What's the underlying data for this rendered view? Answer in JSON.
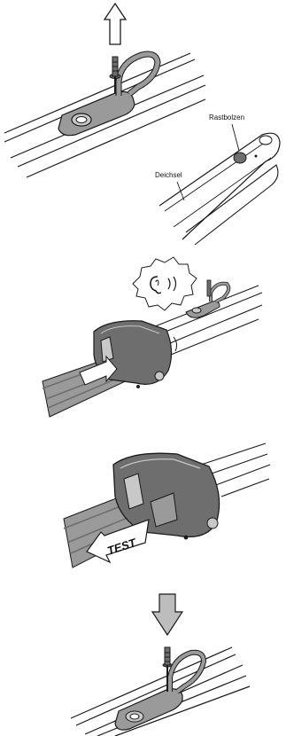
{
  "labels": {
    "rastbolzen": "Rastbolzen",
    "deichsel": "Deichsel",
    "test": "TEST"
  },
  "colors": {
    "outline": "#1a1a1a",
    "light_gray": "#c8c8c8",
    "mid_gray": "#9a9a9a",
    "dark_gray": "#6e6e6e",
    "arrow_fill": "#bdbdbd"
  },
  "icons": {
    "step1_arrow": "up-arrow-icon",
    "step3_sound": "ear-sound-icon",
    "step5_arrow": "down-arrow-icon"
  }
}
